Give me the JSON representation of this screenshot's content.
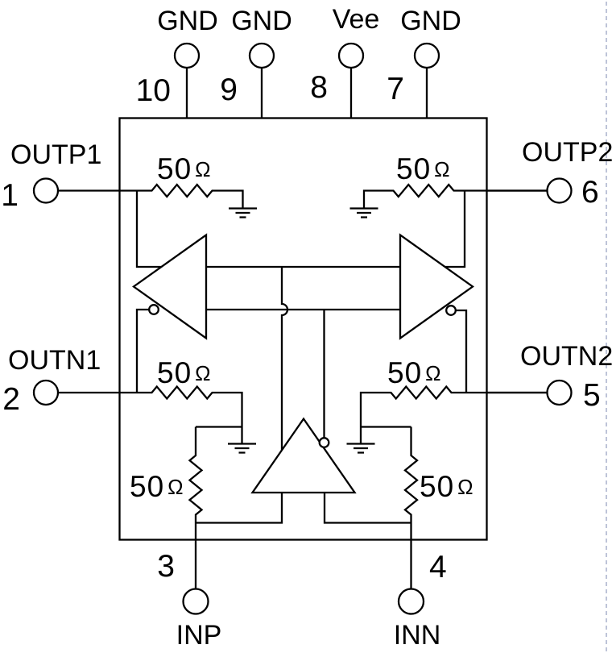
{
  "diagram": {
    "type": "ic-pinout-schematic",
    "pins": {
      "top": [
        {
          "number": "10",
          "name": "GND"
        },
        {
          "number": "9",
          "name": "GND"
        },
        {
          "number": "8",
          "name": "Vee"
        },
        {
          "number": "7",
          "name": "GND"
        }
      ],
      "left": [
        {
          "number": "1",
          "name": "OUTP1"
        },
        {
          "number": "2",
          "name": "OUTN1"
        }
      ],
      "right": [
        {
          "number": "6",
          "name": "OUTP2"
        },
        {
          "number": "5",
          "name": "OUTN2"
        }
      ],
      "bottom": [
        {
          "number": "3",
          "name": "INP"
        },
        {
          "number": "4",
          "name": "INN"
        }
      ]
    },
    "resistor": {
      "value": "50",
      "unit": "Ω"
    },
    "components": {
      "amplifiers": [
        "output-amp-1",
        "output-amp-2",
        "input-amp"
      ],
      "ground_symbols": 4,
      "termination_resistors": 6
    },
    "colors": {
      "line": "#000000",
      "background": "#ffffff",
      "page_edge": "#a9b1cb"
    }
  }
}
